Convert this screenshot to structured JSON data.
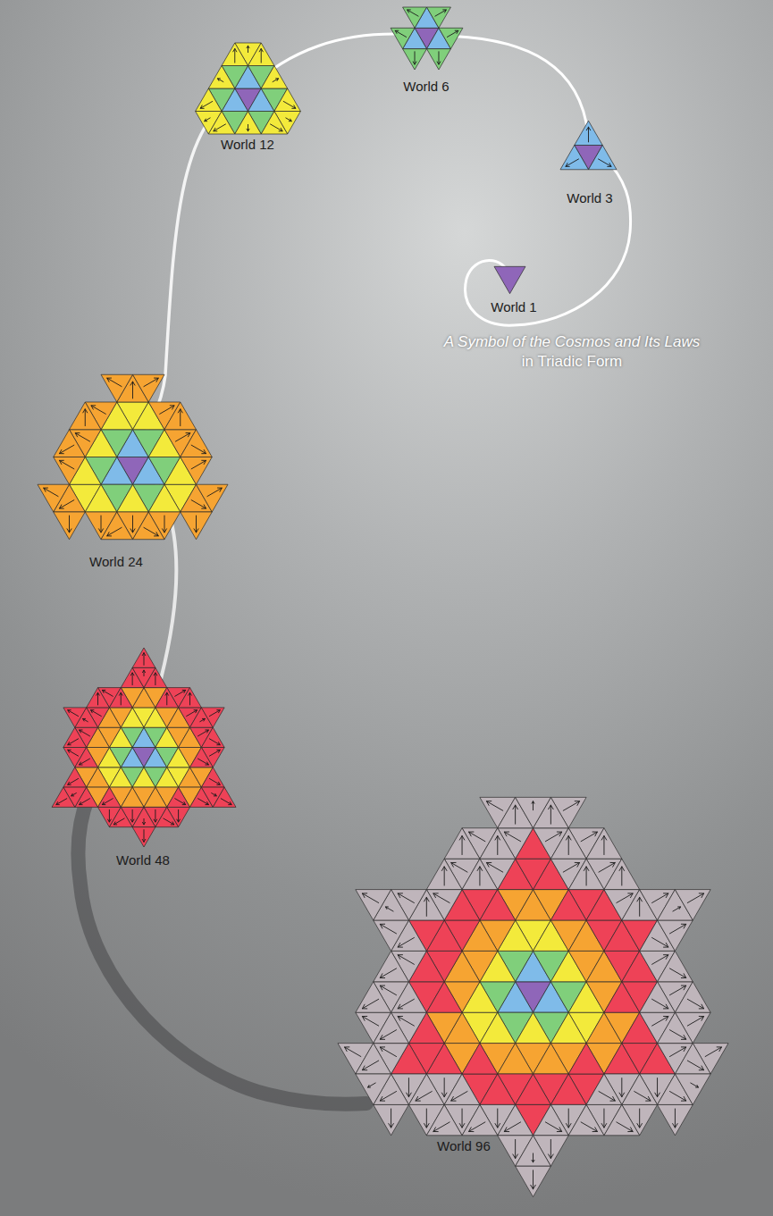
{
  "diagram": {
    "title": "A Symbol of the Cosmos and Its Laws",
    "labels": [
      "World 6",
      "World 12",
      "World 3",
      "in Triadic Form",
      "World 1",
      "World 24",
      "World 48",
      "World 96"
    ]
  }
}
